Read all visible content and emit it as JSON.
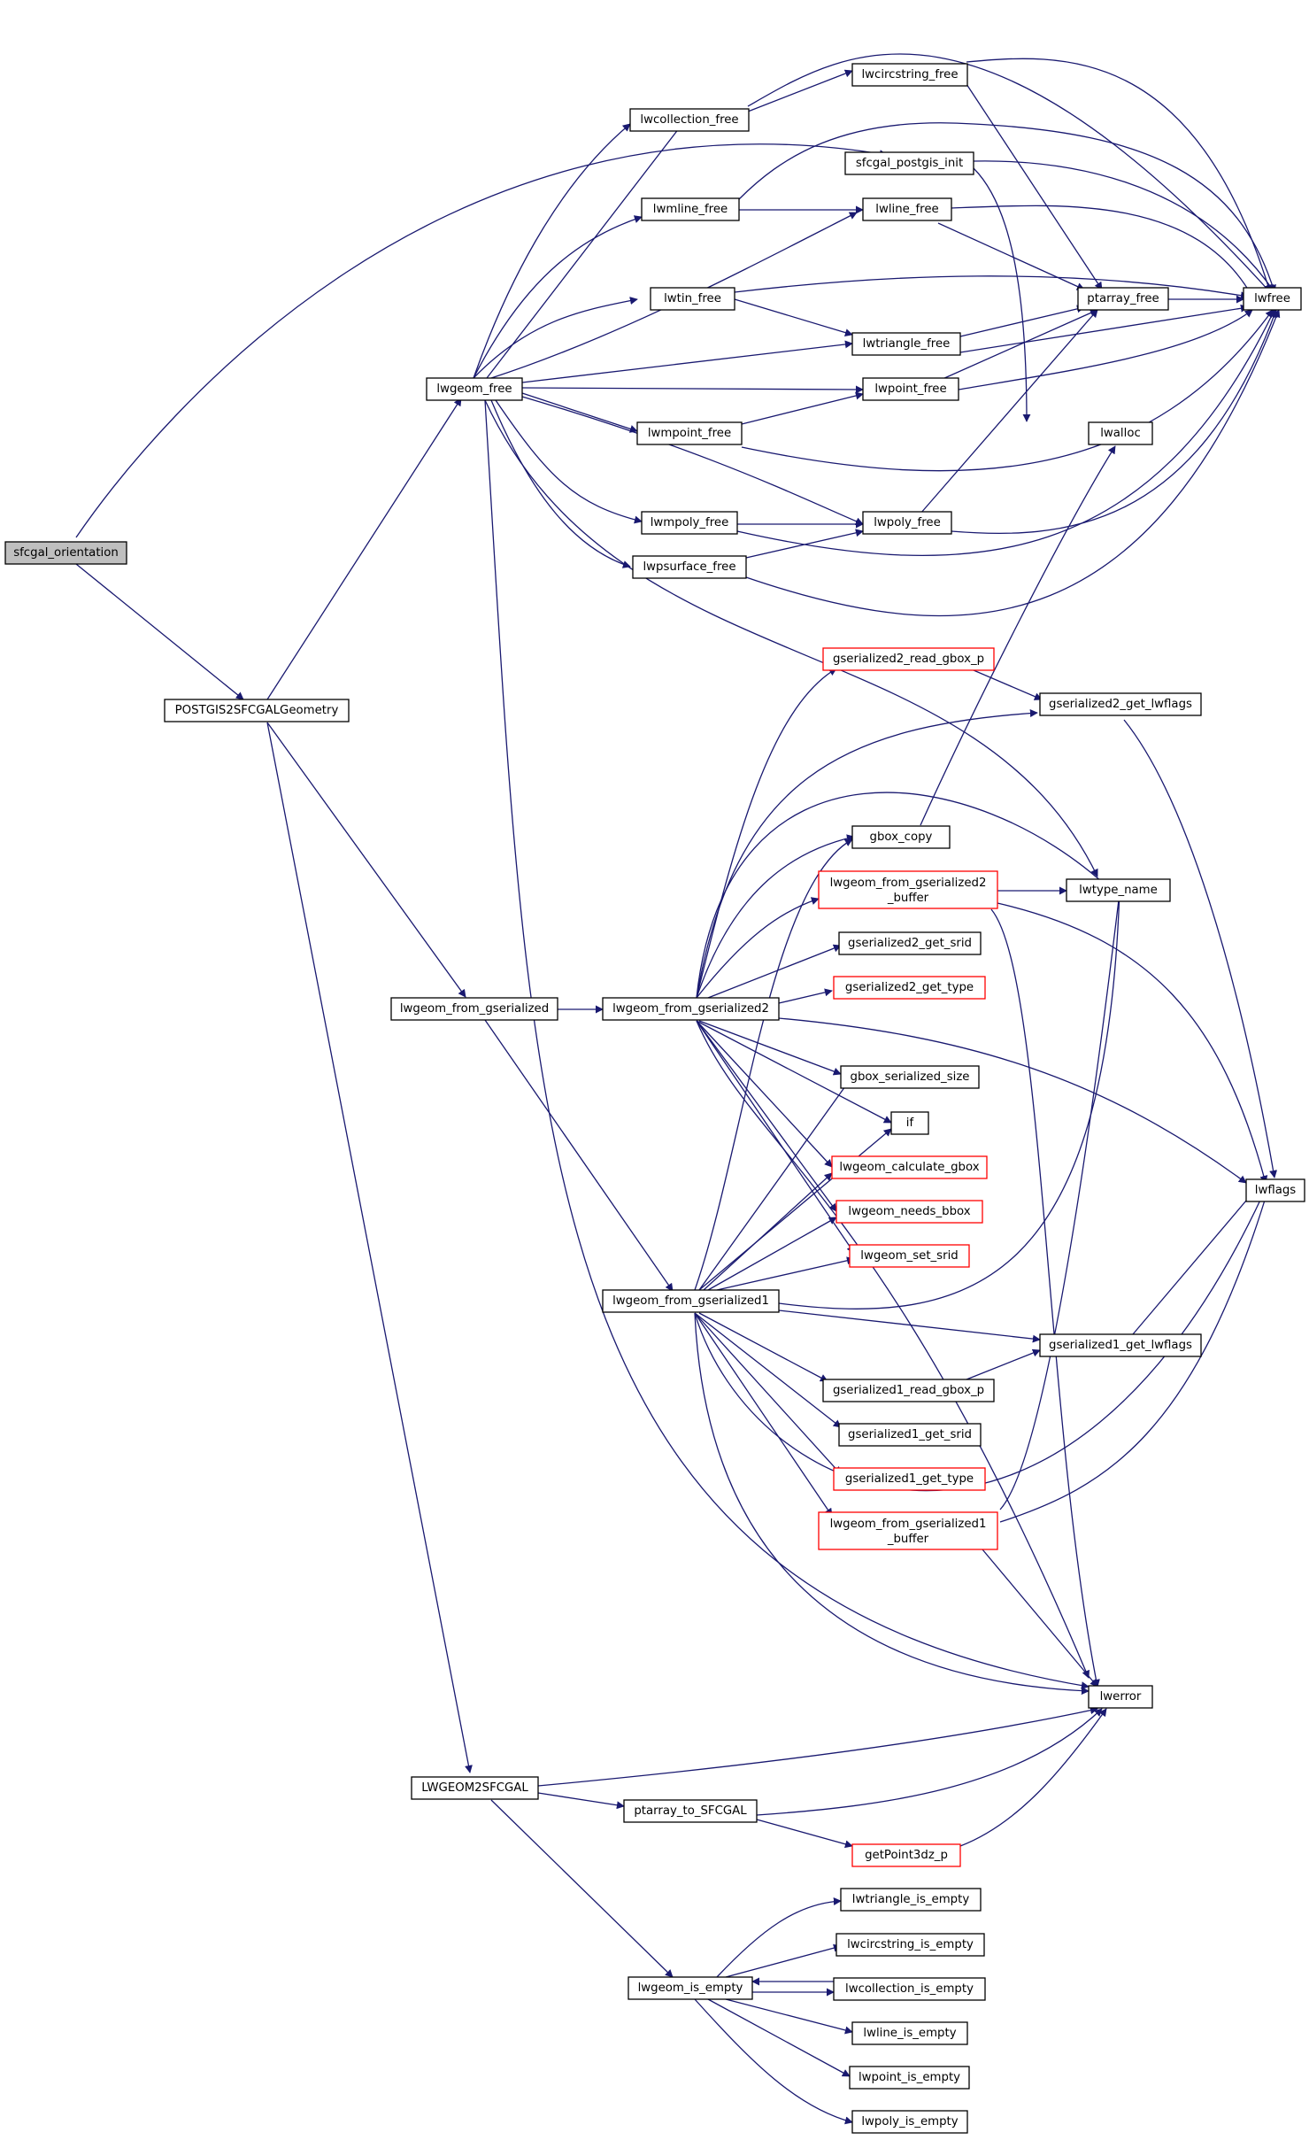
{
  "colors": {
    "edge": "#191970",
    "border": "#000000",
    "border_incomplete": "#ff0000",
    "root_fill": "#bfbfbf",
    "background": "#ffffff"
  },
  "nodes": {
    "sfcgal_orientation": "sfcgal_orientation",
    "lwcollection_free": "lwcollection_free",
    "lwcircstring_free": "lwcircstring_free",
    "sfcgal_postgis_init": "sfcgal_postgis_init",
    "lwmline_free": "lwmline_free",
    "lwline_free": "lwline_free",
    "lwfree": "lwfree",
    "ptarray_free": "ptarray_free",
    "lwtin_free": "lwtin_free",
    "lwtriangle_free": "lwtriangle_free",
    "lwgeom_free": "lwgeom_free",
    "lwpoint_free": "lwpoint_free",
    "lwmpoint_free": "lwmpoint_free",
    "lwalloc": "lwalloc",
    "lwmpoly_free": "lwmpoly_free",
    "lwpoly_free": "lwpoly_free",
    "lwpsurface_free": "lwpsurface_free",
    "gserialized2_read_gbox_p": "gserialized2_read_gbox_p",
    "POSTGIS2SFCGALGeometry": "POSTGIS2SFCGALGeometry",
    "gserialized2_get_lwflags": "gserialized2_get_lwflags",
    "gbox_copy": "gbox_copy",
    "lwgeom_from_gserialized2_buffer_l1": "lwgeom_from_gserialized2",
    "lwgeom_from_gserialized2_buffer_l2": "_buffer",
    "lwtype_name": "lwtype_name",
    "gserialized2_get_srid": "gserialized2_get_srid",
    "gserialized2_get_type": "gserialized2_get_type",
    "lwgeom_from_gserialized": "lwgeom_from_gserialized",
    "lwgeom_from_gserialized2": "lwgeom_from_gserialized2",
    "gbox_serialized_size": "gbox_serialized_size",
    "if": "if",
    "lwgeom_calculate_gbox": "lwgeom_calculate_gbox",
    "lwflags": "lwflags",
    "lwgeom_needs_bbox": "lwgeom_needs_bbox",
    "lwgeom_set_srid": "lwgeom_set_srid",
    "lwgeom_from_gserialized1": "lwgeom_from_gserialized1",
    "gserialized1_get_lwflags": "gserialized1_get_lwflags",
    "gserialized1_read_gbox_p": "gserialized1_read_gbox_p",
    "gserialized1_get_srid": "gserialized1_get_srid",
    "gserialized1_get_type": "gserialized1_get_type",
    "lwgeom_from_gserialized1_buffer_l1": "lwgeom_from_gserialized1",
    "lwgeom_from_gserialized1_buffer_l2": "_buffer",
    "lwerror": "lwerror",
    "LWGEOM2SFCGAL": "LWGEOM2SFCGAL",
    "ptarray_to_SFCGAL": "ptarray_to_SFCGAL",
    "getPoint3dz_p": "getPoint3dz_p",
    "lwtriangle_is_empty": "lwtriangle_is_empty",
    "lwcircstring_is_empty": "lwcircstring_is_empty",
    "lwgeom_is_empty": "lwgeom_is_empty",
    "lwcollection_is_empty": "lwcollection_is_empty",
    "lwline_is_empty": "lwline_is_empty",
    "lwpoint_is_empty": "lwpoint_is_empty",
    "lwpoly_is_empty": "lwpoly_is_empty"
  }
}
